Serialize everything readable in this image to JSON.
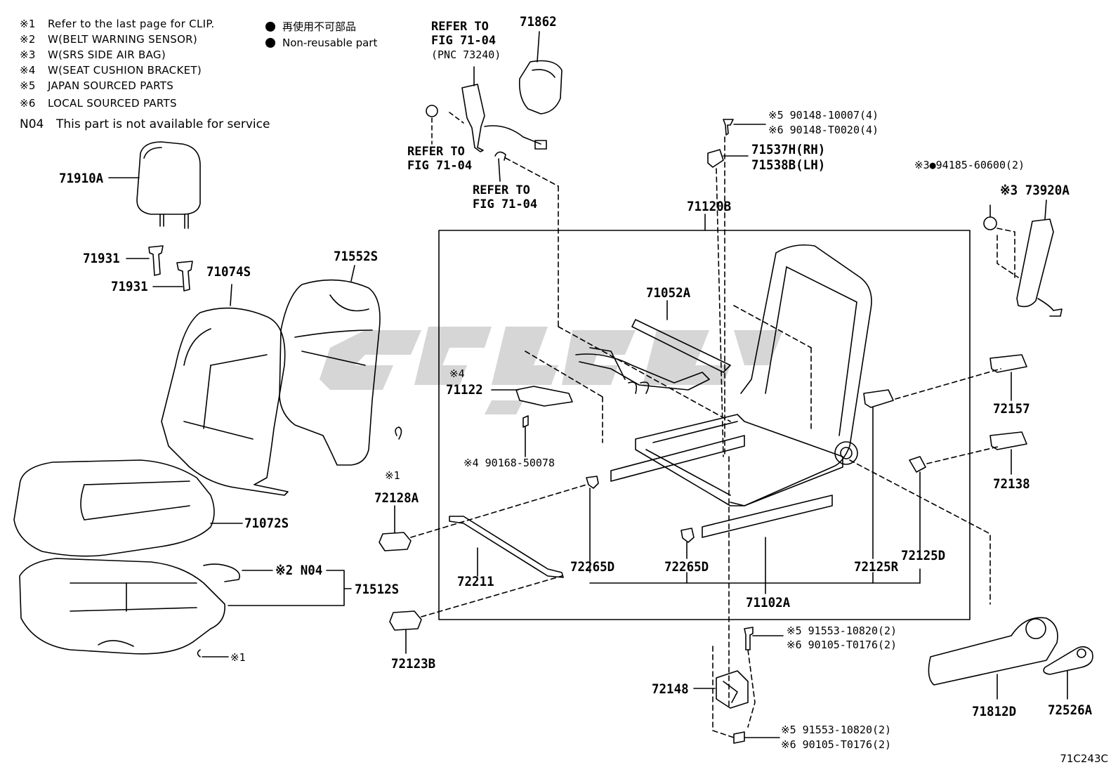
{
  "legend": [
    {
      "mark": "※1",
      "text": "Refer to the last page for CLIP."
    },
    {
      "mark": "※2",
      "text": "W(BELT WARNING SENSOR)"
    },
    {
      "mark": "※3",
      "text": "W(SRS SIDE AIR BAG)"
    },
    {
      "mark": "※4",
      "text": "W(SEAT CUSHION BRACKET)"
    },
    {
      "mark": "※5",
      "text": "JAPAN SOURCED PARTS"
    },
    {
      "mark": "※6",
      "text": "LOCAL SOURCED PARTS"
    }
  ],
  "non_reusable": {
    "jp": "再使用不可部品",
    "en": "Non-reusable part"
  },
  "n04_note": {
    "code": "N04",
    "text": "This part is not available for service"
  },
  "parts": {
    "p71910A": "71910A",
    "p71931a": "71931",
    "p71931b": "71931",
    "p71074S": "71074S",
    "p71552S": "71552S",
    "p71072S": "71072S",
    "p71512S": "71512S",
    "p_n04": "※2 N04",
    "p_clip1": "※1",
    "p_clip2": "※1",
    "p71862": "71862",
    "p71120B": "71120B",
    "p71052A": "71052A",
    "p71122_mark": "※4",
    "p71122": "71122",
    "p90168": "※4 90168-50078",
    "p72128A": "72128A",
    "p72211": "72211",
    "p72265D_a": "72265D",
    "p72265D_b": "72265D",
    "p72123B": "72123B",
    "p71102A": "71102A",
    "p72125R": "72125R",
    "p72125D": "72125D",
    "p72157": "72157",
    "p72138": "72138",
    "p71537H": "71537H(RH)",
    "p71538B": "71538B(LH)",
    "p90148a": "※5 90148-10007(4)",
    "p90148b": "※6 90148-T0020(4)",
    "p94185": "※3●94185-60600(2)",
    "p73920A": "※3 73920A",
    "p91553a": "※5 91553-10820(2)",
    "p90105a": "※6 90105-T0176(2)",
    "p72148": "72148",
    "p91553b": "※5 91553-10820(2)",
    "p90105b": "※6 90105-T0176(2)",
    "p71812D": "71812D",
    "p72526A": "72526A"
  },
  "refs": {
    "ref1": {
      "line1": "REFER TO",
      "line2": "FIG 71-04",
      "line3": "(PNC 73240)"
    },
    "ref2": {
      "line1": "REFER TO",
      "line2": "FIG 71-04"
    },
    "ref3": {
      "line1": "REFER TO",
      "line2": "FIG 71-04"
    }
  },
  "illustration_code": "71C243C",
  "colors": {
    "line": "#000000",
    "watermark": "#c8c8c8"
  }
}
